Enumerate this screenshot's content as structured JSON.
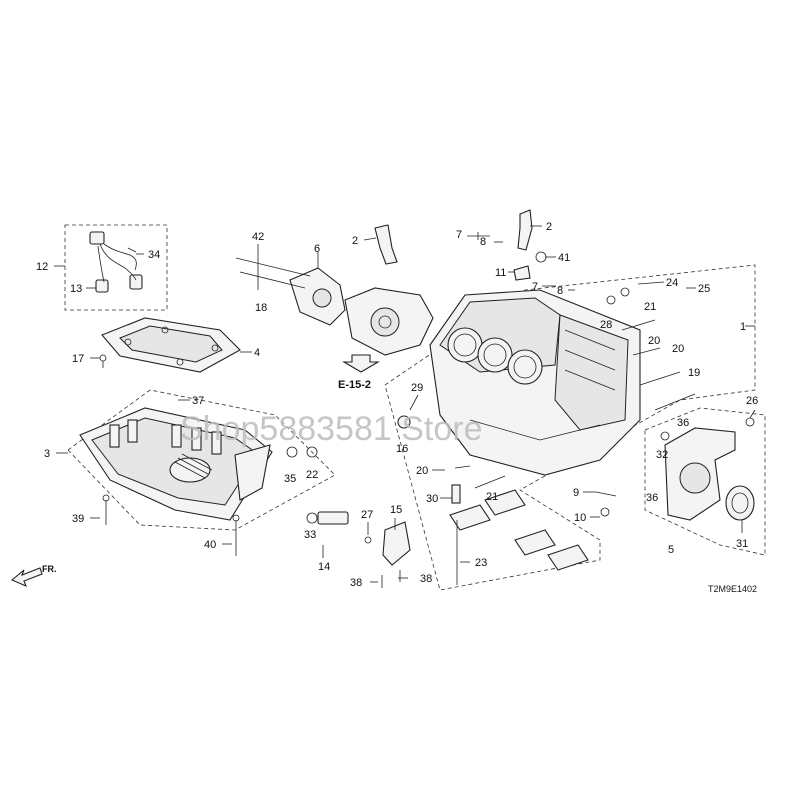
{
  "callouts": [
    {
      "id": "c12",
      "text": "12"
    },
    {
      "id": "c34",
      "text": "34"
    },
    {
      "id": "c13",
      "text": "13"
    },
    {
      "id": "c42",
      "text": "42"
    },
    {
      "id": "c6",
      "text": "6"
    },
    {
      "id": "c18",
      "text": "18"
    },
    {
      "id": "c2a",
      "text": "2"
    },
    {
      "id": "c2b",
      "text": "2"
    },
    {
      "id": "c7a",
      "text": "7"
    },
    {
      "id": "c8a",
      "text": "8"
    },
    {
      "id": "c41",
      "text": "41"
    },
    {
      "id": "c11",
      "text": "11"
    },
    {
      "id": "c7b",
      "text": "7"
    },
    {
      "id": "c8b",
      "text": "8"
    },
    {
      "id": "c24",
      "text": "24"
    },
    {
      "id": "c25",
      "text": "25"
    },
    {
      "id": "c28",
      "text": "28"
    },
    {
      "id": "c21a",
      "text": "21"
    },
    {
      "id": "c1",
      "text": "1"
    },
    {
      "id": "c20a",
      "text": "20"
    },
    {
      "id": "c20b",
      "text": "20"
    },
    {
      "id": "c19",
      "text": "19"
    },
    {
      "id": "c17",
      "text": "17"
    },
    {
      "id": "c4",
      "text": "4"
    },
    {
      "id": "c37",
      "text": "37"
    },
    {
      "id": "c29",
      "text": "29"
    },
    {
      "id": "c16",
      "text": "16"
    },
    {
      "id": "c26",
      "text": "26"
    },
    {
      "id": "c3",
      "text": "3"
    },
    {
      "id": "c36a",
      "text": "36"
    },
    {
      "id": "c32",
      "text": "32"
    },
    {
      "id": "c35",
      "text": "35"
    },
    {
      "id": "c22",
      "text": "22"
    },
    {
      "id": "c20c",
      "text": "20"
    },
    {
      "id": "c21b",
      "text": "21"
    },
    {
      "id": "c9",
      "text": "9"
    },
    {
      "id": "c36b",
      "text": "36"
    },
    {
      "id": "c30",
      "text": "30"
    },
    {
      "id": "c10",
      "text": "10"
    },
    {
      "id": "c39",
      "text": "39"
    },
    {
      "id": "c15",
      "text": "15"
    },
    {
      "id": "c27",
      "text": "27"
    },
    {
      "id": "c33",
      "text": "33"
    },
    {
      "id": "c31",
      "text": "31"
    },
    {
      "id": "c5",
      "text": "5"
    },
    {
      "id": "c40",
      "text": "40"
    },
    {
      "id": "c23",
      "text": "23"
    },
    {
      "id": "c14",
      "text": "14"
    },
    {
      "id": "c38a",
      "text": "38"
    },
    {
      "id": "c38b",
      "text": "38"
    }
  ],
  "reference_label": "E-15-2",
  "front_label": "FR.",
  "diagram_code": "T2M9E1402",
  "watermark": "Shop5883581 Store"
}
